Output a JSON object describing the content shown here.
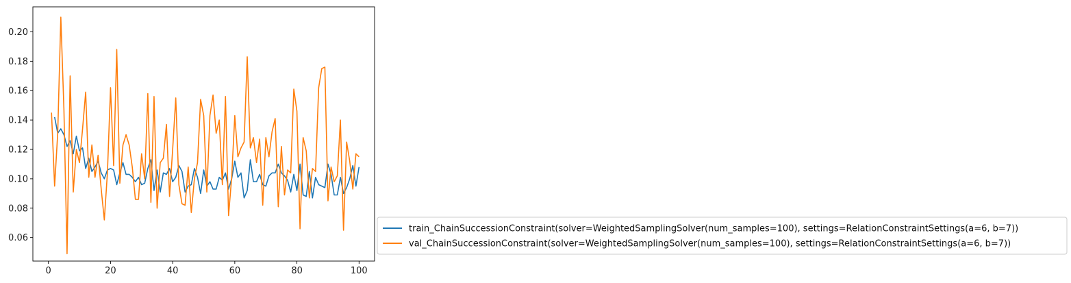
{
  "chart_data": {
    "type": "line",
    "title": "",
    "xlabel": "",
    "ylabel": "",
    "xlim": [
      -5,
      105
    ],
    "ylim": [
      0.044,
      0.217
    ],
    "xticks": [
      0,
      20,
      40,
      60,
      80,
      100
    ],
    "yticks": [
      0.06,
      0.08,
      0.1,
      0.12,
      0.14,
      0.16,
      0.18,
      0.2
    ],
    "grid": false,
    "legend_placement": "outside-right-bottom",
    "series": [
      {
        "name": "train_ChainSuccessionConstraint(solver=WeightedSamplingSolver(num_samples=100), settings=RelationConstraintSettings(a=6, b=7))",
        "color": "#1f77b4",
        "x": [
          2,
          3,
          4,
          5,
          6,
          7,
          8,
          9,
          10,
          11,
          12,
          13,
          14,
          15,
          16,
          17,
          18,
          19,
          20,
          21,
          22,
          23,
          24,
          25,
          26,
          27,
          28,
          29,
          30,
          31,
          32,
          33,
          34,
          35,
          36,
          37,
          38,
          39,
          40,
          41,
          42,
          43,
          44,
          45,
          46,
          47,
          48,
          49,
          50,
          51,
          52,
          53,
          54,
          55,
          56,
          57,
          58,
          59,
          60,
          61,
          62,
          63,
          64,
          65,
          66,
          67,
          68,
          69,
          70,
          71,
          72,
          73,
          74,
          75,
          76,
          77,
          78,
          79,
          80,
          81,
          82,
          83,
          84,
          85,
          86,
          87,
          88,
          89,
          90,
          91,
          92,
          93,
          94,
          95,
          96,
          97,
          98,
          99,
          100
        ],
        "values": [
          0.142,
          0.131,
          0.134,
          0.13,
          0.122,
          0.126,
          0.117,
          0.129,
          0.119,
          0.121,
          0.107,
          0.114,
          0.105,
          0.108,
          0.112,
          0.104,
          0.1,
          0.106,
          0.107,
          0.106,
          0.096,
          0.104,
          0.111,
          0.103,
          0.103,
          0.101,
          0.098,
          0.101,
          0.096,
          0.097,
          0.107,
          0.113,
          0.092,
          0.106,
          0.091,
          0.104,
          0.103,
          0.107,
          0.098,
          0.101,
          0.109,
          0.105,
          0.091,
          0.095,
          0.096,
          0.107,
          0.101,
          0.09,
          0.106,
          0.095,
          0.098,
          0.093,
          0.093,
          0.101,
          0.099,
          0.104,
          0.093,
          0.1,
          0.112,
          0.101,
          0.104,
          0.087,
          0.092,
          0.113,
          0.098,
          0.098,
          0.103,
          0.096,
          0.095,
          0.102,
          0.104,
          0.104,
          0.11,
          0.104,
          0.102,
          0.099,
          0.091,
          0.103,
          0.092,
          0.11,
          0.089,
          0.088,
          0.105,
          0.087,
          0.101,
          0.096,
          0.095,
          0.094,
          0.11,
          0.103,
          0.089,
          0.089,
          0.101,
          0.09,
          0.094,
          0.1,
          0.109,
          0.095,
          0.108
        ]
      },
      {
        "name": "val_ChainSuccessionConstraint(solver=WeightedSamplingSolver(num_samples=100), settings=RelationConstraintSettings(a=6, b=7))",
        "color": "#ff7f0e",
        "x": [
          1,
          2,
          3,
          4,
          5,
          6,
          7,
          8,
          9,
          10,
          11,
          12,
          13,
          14,
          15,
          16,
          17,
          18,
          19,
          20,
          21,
          22,
          23,
          24,
          25,
          26,
          27,
          28,
          29,
          30,
          31,
          32,
          33,
          34,
          35,
          36,
          37,
          38,
          39,
          40,
          41,
          42,
          43,
          44,
          45,
          46,
          47,
          48,
          49,
          50,
          51,
          52,
          53,
          54,
          55,
          56,
          57,
          58,
          59,
          60,
          61,
          62,
          63,
          64,
          65,
          66,
          67,
          68,
          69,
          70,
          71,
          72,
          73,
          74,
          75,
          76,
          77,
          78,
          79,
          80,
          81,
          82,
          83,
          84,
          85,
          86,
          87,
          88,
          89,
          90,
          91,
          92,
          93,
          94,
          95,
          96,
          97,
          98,
          99,
          100
        ],
        "values": [
          0.145,
          0.095,
          0.131,
          0.21,
          0.147,
          0.049,
          0.17,
          0.091,
          0.12,
          0.111,
          0.134,
          0.159,
          0.101,
          0.123,
          0.101,
          0.116,
          0.093,
          0.072,
          0.104,
          0.162,
          0.109,
          0.188,
          0.097,
          0.123,
          0.13,
          0.123,
          0.108,
          0.086,
          0.086,
          0.117,
          0.1,
          0.158,
          0.084,
          0.156,
          0.08,
          0.111,
          0.114,
          0.137,
          0.088,
          0.12,
          0.155,
          0.096,
          0.083,
          0.082,
          0.108,
          0.077,
          0.1,
          0.111,
          0.154,
          0.143,
          0.091,
          0.143,
          0.157,
          0.131,
          0.14,
          0.096,
          0.156,
          0.075,
          0.101,
          0.143,
          0.115,
          0.121,
          0.125,
          0.183,
          0.121,
          0.128,
          0.111,
          0.127,
          0.082,
          0.128,
          0.115,
          0.132,
          0.141,
          0.081,
          0.122,
          0.089,
          0.106,
          0.104,
          0.161,
          0.146,
          0.066,
          0.128,
          0.119,
          0.087,
          0.107,
          0.105,
          0.162,
          0.175,
          0.176,
          0.085,
          0.108,
          0.098,
          0.102,
          0.14,
          0.065,
          0.125,
          0.112,
          0.093,
          0.117,
          0.115
        ]
      }
    ]
  }
}
